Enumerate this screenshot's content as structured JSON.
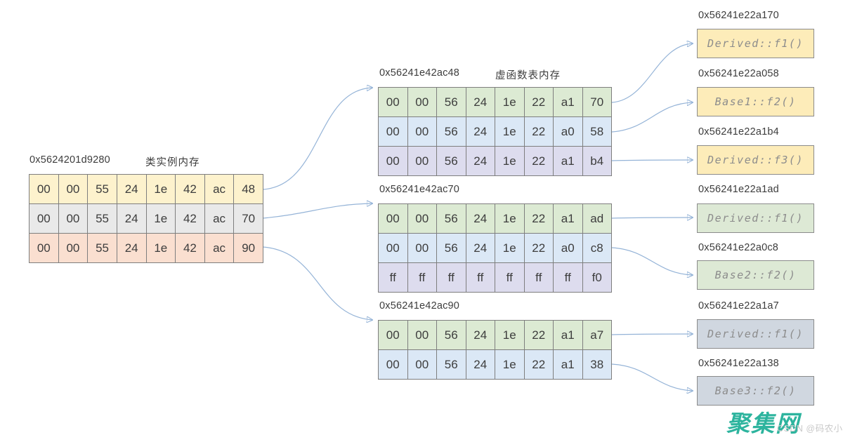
{
  "instance_table": {
    "address": "0x5624201d9280",
    "caption": "类实例内存",
    "rows": [
      {
        "style": "yellow",
        "cells": [
          "00",
          "00",
          "55",
          "24",
          "1e",
          "42",
          "ac",
          "48"
        ]
      },
      {
        "style": "gray",
        "cells": [
          "00",
          "00",
          "55",
          "24",
          "1e",
          "42",
          "ac",
          "70"
        ]
      },
      {
        "style": "salmon",
        "cells": [
          "00",
          "00",
          "55",
          "24",
          "1e",
          "42",
          "ac",
          "90"
        ]
      }
    ]
  },
  "vtable_caption": "虚函数表内存",
  "vtables": [
    {
      "address": "0x56241e42ac48",
      "rows": [
        {
          "style": "green",
          "cells": [
            "00",
            "00",
            "56",
            "24",
            "1e",
            "22",
            "a1",
            "70"
          ]
        },
        {
          "style": "blue",
          "cells": [
            "00",
            "00",
            "56",
            "24",
            "1e",
            "22",
            "a0",
            "58"
          ]
        },
        {
          "style": "lavender",
          "cells": [
            "00",
            "00",
            "56",
            "24",
            "1e",
            "22",
            "a1",
            "b4"
          ]
        }
      ]
    },
    {
      "address": "0x56241e42ac70",
      "rows": [
        {
          "style": "green",
          "cells": [
            "00",
            "00",
            "56",
            "24",
            "1e",
            "22",
            "a1",
            "ad"
          ]
        },
        {
          "style": "blue",
          "cells": [
            "00",
            "00",
            "56",
            "24",
            "1e",
            "22",
            "a0",
            "c8"
          ]
        },
        {
          "style": "lavender",
          "cells": [
            "ff",
            "ff",
            "ff",
            "ff",
            "ff",
            "ff",
            "ff",
            "f0"
          ]
        }
      ]
    },
    {
      "address": "0x56241e42ac90",
      "rows": [
        {
          "style": "green",
          "cells": [
            "00",
            "00",
            "56",
            "24",
            "1e",
            "22",
            "a1",
            "a7"
          ]
        },
        {
          "style": "blue",
          "cells": [
            "00",
            "00",
            "56",
            "24",
            "1e",
            "22",
            "a1",
            "38"
          ]
        }
      ]
    }
  ],
  "function_boxes": [
    {
      "address": "0x56241e22a170",
      "label": "Derived::f1()",
      "style": "yellow"
    },
    {
      "address": "0x56241e22a058",
      "label": "Base1::f2()",
      "style": "yellow"
    },
    {
      "address": "0x56241e22a1b4",
      "label": "Derived::f3()",
      "style": "yellow"
    },
    {
      "address": "0x56241e22a1ad",
      "label": "Derived::f1()",
      "style": "green"
    },
    {
      "address": "0x56241e22a0c8",
      "label": "Base2::f2()",
      "style": "green"
    },
    {
      "address": "0x56241e22a1a7",
      "label": "Derived::f1()",
      "style": "gray"
    },
    {
      "address": "0x56241e22a138",
      "label": "Base3::f2()",
      "style": "gray"
    }
  ],
  "branding": {
    "logo_text": "聚集网",
    "watermark": "CSDN @码农小明"
  },
  "colors": {
    "row_yellow": "#fdf2cd",
    "row_gray": "#e9e9e9",
    "row_salmon": "#fadfd0",
    "row_green": "#dcead3",
    "row_blue": "#dbe8f6",
    "row_lavender": "#dddcee",
    "box_yellow": "#fdecb9",
    "box_green": "#dde9d5",
    "box_gray": "#d0d7e0",
    "arrow": "#94b3d7",
    "arrowhead": "#5d87c1",
    "logo": "#2db49e"
  }
}
